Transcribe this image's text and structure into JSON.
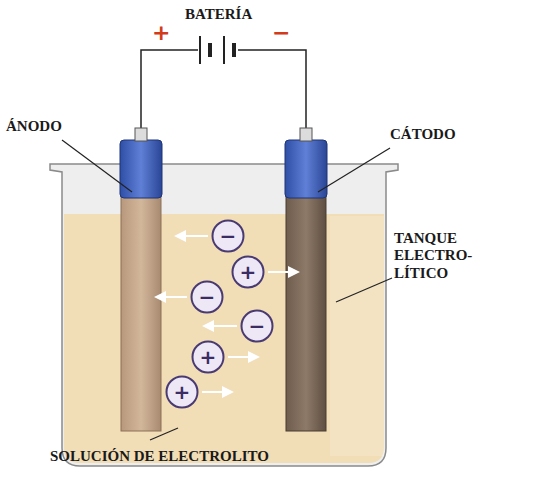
{
  "diagram": {
    "nodes": [
      {
        "text": [
          "−"
        ]
      },
      {
        "text": [
          "+"
        ]
      },
      {
        "text": [
          "−"
        ]
      },
      {
        "text": [
          "−"
        ]
      },
      {
        "text": [
          "+"
        ]
      },
      {
        "text": [
          "+"
        ]
      }
    ],
    "labels": [
      "BATERÍA",
      "+",
      "−",
      "ÁNODO",
      "CÁTODO",
      "TANQUE ELECTRO- LÍTICO",
      "SOLUCIÓN DE ELECTROLITO"
    ]
  }
}
